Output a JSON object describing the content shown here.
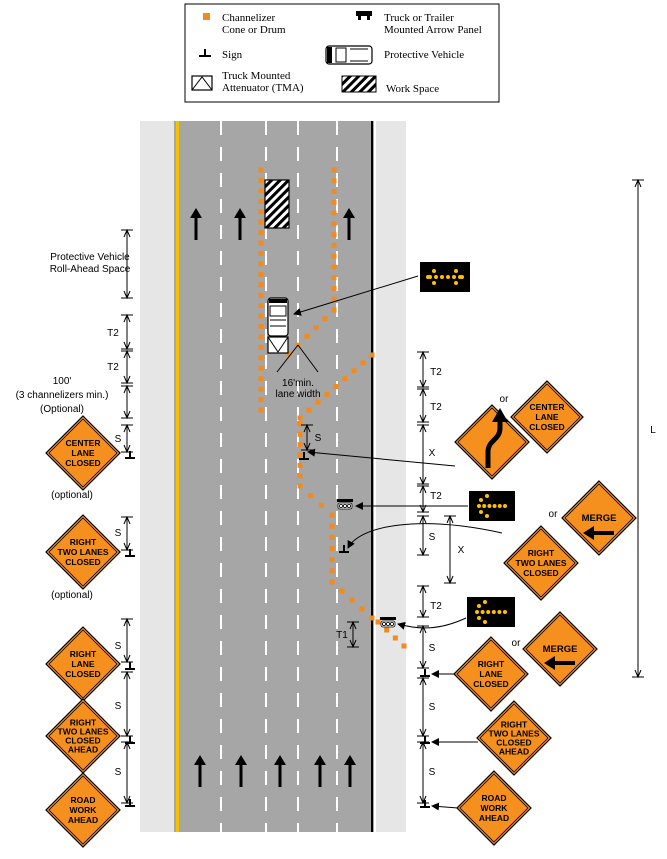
{
  "legend": {
    "channelizer": "Channelizer\nCone or Drum",
    "arrow_panel": "Truck or Trailer\nMounted Arrow Panel",
    "sign": "Sign",
    "protective_vehicle": "Protective Vehicle",
    "tma": "Truck Mounted\nAttenuator (TMA)",
    "work_space": "Work Space"
  },
  "labels": {
    "roll_ahead": "Protective Vehicle\nRoll-Ahead Space",
    "t2": "T2",
    "t1": "T1",
    "s": "S",
    "x": "X",
    "l": "L",
    "taper_100": "100'",
    "channelizers_min": "(3 channelizers min.)",
    "optional_paren_cap": "(Optional)",
    "optional": "(optional)",
    "lane_width": "16'min.\nlane width",
    "or": "or"
  },
  "signs": {
    "center_lane_closed": "CENTER\nLANE\nCLOSED",
    "right_two_lanes_closed": "RIGHT\nTWO LANES\nCLOSED",
    "right_lane_closed": "RIGHT\nLANE\nCLOSED",
    "right_two_lanes_closed_ahead": "RIGHT\nTWO LANES\nCLOSED\nAHEAD",
    "road_work_ahead": "ROAD\nWORK\nAHEAD",
    "merge": "MERGE"
  },
  "colors": {
    "road": "#a6a6a6",
    "shoulder": "#e6e6e6",
    "cone": "#f28a1e",
    "sign": "#f5901e",
    "yellow_line": "#f2c200",
    "arrow_panel_bg": "#000000",
    "arrow_panel_light": "#ffc000"
  }
}
